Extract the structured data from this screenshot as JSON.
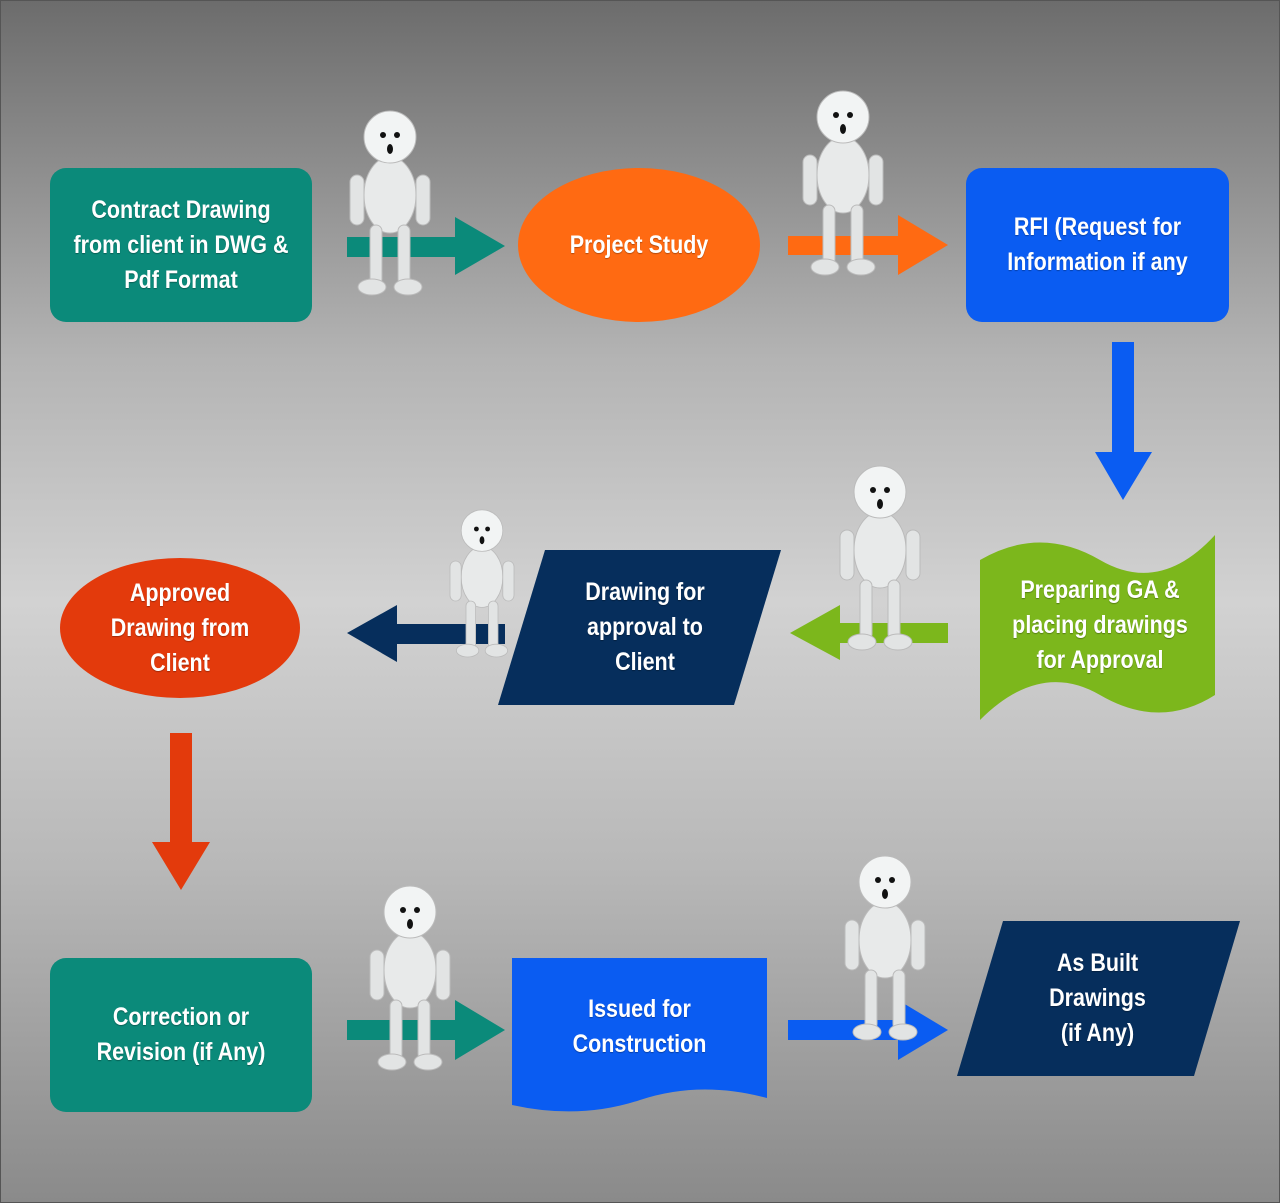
{
  "colors": {
    "teal": "#0b8a7a",
    "orange": "#ff6a12",
    "blue": "#0a5cf2",
    "green": "#7cb71c",
    "navy": "#062e5c",
    "red": "#e33a0c"
  },
  "steps": [
    {
      "label": "Contract Drawing\nfrom client in DWG &\nPdf Format"
    },
    {
      "label": "Project Study"
    },
    {
      "label": "RFI (Request for\nInformation if any"
    },
    {
      "label": "Preparing GA &\nplacing drawings\nfor Approval"
    },
    {
      "label": "Drawing for\napproval to\nClient"
    },
    {
      "label": "Approved\nDrawing from\nClient"
    },
    {
      "label": "Correction or\nRevision (if Any)"
    },
    {
      "label": "Issued for\nConstruction"
    },
    {
      "label": "As Built\nDrawings\n(if Any)"
    }
  ]
}
